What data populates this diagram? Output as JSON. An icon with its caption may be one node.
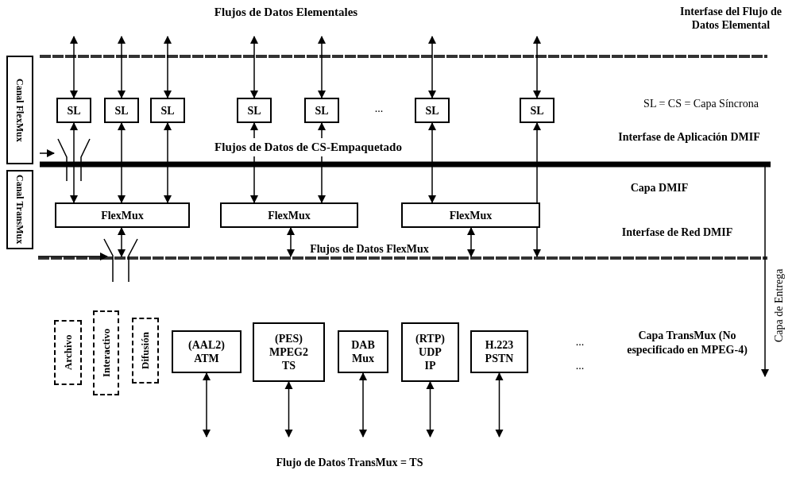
{
  "diagram": {
    "nodes": [
      {
        "text": [
          "SL"
        ]
      },
      {
        "text": [
          "SL"
        ]
      },
      {
        "text": [
          "SL"
        ]
      },
      {
        "text": [
          "SL"
        ]
      },
      {
        "text": [
          "SL"
        ]
      },
      {
        "text": [
          "SL"
        ]
      },
      {
        "text": [
          "SL"
        ]
      },
      {
        "text": [
          "FlexMux"
        ]
      },
      {
        "text": [
          "FlexMux"
        ]
      },
      {
        "text": [
          "FlexMux"
        ]
      },
      {
        "text": [
          "Canal FlexMux"
        ]
      },
      {
        "text": [
          "Canal TransMux"
        ]
      },
      {
        "text": [
          "Archivo"
        ]
      },
      {
        "text": [
          "Interactivo"
        ]
      },
      {
        "text": [
          "Difusión"
        ]
      },
      {
        "text": [
          "(AAL2) ATM"
        ]
      },
      {
        "text": [
          "(PES) MPEG2 TS"
        ]
      },
      {
        "text": [
          "DAB Mux"
        ]
      },
      {
        "text": [
          "(RTP) UDP IP"
        ]
      },
      {
        "text": [
          "H.223 PSTN"
        ]
      }
    ],
    "edges": [
      {
        "from": null,
        "to": 0,
        "arrow": "both"
      },
      {
        "from": null,
        "to": 1,
        "arrow": "both"
      },
      {
        "from": null,
        "to": 2,
        "arrow": "both"
      },
      {
        "from": null,
        "to": 3,
        "arrow": "both"
      },
      {
        "from": null,
        "to": 4,
        "arrow": "both"
      },
      {
        "from": null,
        "to": 5,
        "arrow": "both"
      },
      {
        "from": null,
        "to": 6,
        "arrow": "both"
      },
      {
        "from": 0,
        "to": 7,
        "arrow": "both"
      },
      {
        "from": 1,
        "to": 7,
        "arrow": "both"
      },
      {
        "from": 2,
        "to": 7,
        "arrow": "both"
      },
      {
        "from": 3,
        "to": 8,
        "arrow": "both"
      },
      {
        "from": 4,
        "to": 8,
        "arrow": "both"
      },
      {
        "from": 5,
        "to": 9,
        "arrow": "both"
      },
      {
        "from": 6,
        "to": null,
        "arrow": "both"
      },
      {
        "from": 7,
        "to": null,
        "arrow": "both"
      },
      {
        "from": 8,
        "to": null,
        "arrow": "both"
      },
      {
        "from": 9,
        "to": null,
        "arrow": "both"
      },
      {
        "from": 15,
        "to": null,
        "arrow": "both"
      },
      {
        "from": 16,
        "to": null,
        "arrow": "both"
      },
      {
        "from": 17,
        "to": null,
        "arrow": "both"
      },
      {
        "from": 18,
        "to": null,
        "arrow": "both"
      },
      {
        "from": 19,
        "to": null,
        "arrow": "both"
      }
    ],
    "labels": [
      "Flujos de Datos Elementales",
      "Interfase del Flujo de Datos Elemental",
      "SL = CS = Capa Síncrona",
      "...",
      "Interfase de Aplicación DMIF",
      "Flujos de Datos de CS-Empaquetado",
      "Capa DMIF",
      "Interfase de Red DMIF",
      "Flujos de Datos FlexMux",
      "Capa de Entrega",
      "...",
      "...",
      "Capa TransMux (No especificado en MPEG-4)",
      "Flujo de Datos TransMux = TS"
    ]
  }
}
